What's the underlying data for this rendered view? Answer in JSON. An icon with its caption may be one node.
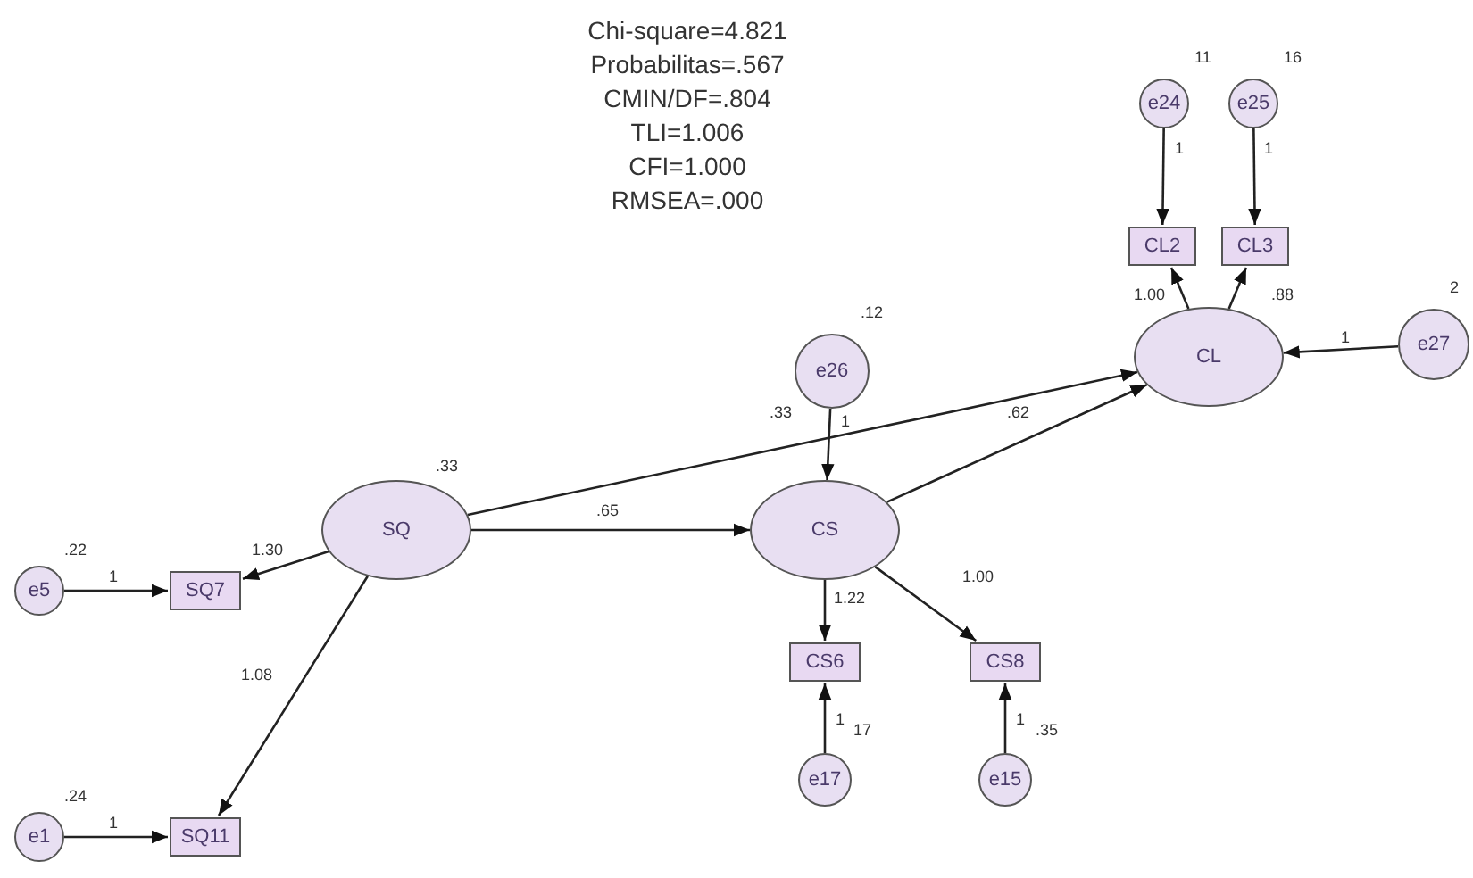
{
  "diagram": {
    "nodes": [
      {
        "text": [
          "e24"
        ],
        "beside": [
          "11"
        ]
      },
      {
        "text": [
          "e25"
        ],
        "beside": [
          "16"
        ]
      },
      {
        "text": [
          "CL2"
        ]
      },
      {
        "text": [
          "CL3"
        ]
      },
      {
        "text": [
          "e26"
        ],
        "beside": [
          ".12"
        ]
      },
      {
        "text": [
          "CL"
        ]
      },
      {
        "text": [
          "e27"
        ],
        "beside": [
          "2"
        ]
      },
      {
        "text": [
          "SQ"
        ],
        "beside": [
          ".33"
        ]
      },
      {
        "text": [
          "CS"
        ]
      },
      {
        "text": [
          "e5"
        ],
        "beside": [
          ".22"
        ]
      },
      {
        "text": [
          "SQ7"
        ]
      },
      {
        "text": [
          "CS6"
        ]
      },
      {
        "text": [
          "CS8"
        ]
      },
      {
        "text": [
          "e17"
        ],
        "beside": [
          "17"
        ]
      },
      {
        "text": [
          "e15"
        ],
        "beside": [
          ".35"
        ]
      },
      {
        "text": [
          "e1"
        ],
        "beside": [
          ".24"
        ]
      },
      {
        "text": [
          "SQ11"
        ]
      }
    ],
    "edges": [
      {
        "from": 0,
        "to": 2,
        "arrow": "to",
        "label": "1"
      },
      {
        "from": 1,
        "to": 3,
        "arrow": "to",
        "label": "1"
      },
      {
        "from": 5,
        "to": 2,
        "arrow": "to",
        "label": "1.00"
      },
      {
        "from": 5,
        "to": 3,
        "arrow": "to",
        "label": ".88"
      },
      {
        "from": 6,
        "to": 5,
        "arrow": "to",
        "label": "1"
      },
      {
        "from": 7,
        "to": 5,
        "arrow": "to",
        "label": ".33"
      },
      {
        "from": 4,
        "to": 8,
        "arrow": "to",
        "label": "1"
      },
      {
        "from": 8,
        "to": 5,
        "arrow": "to",
        "label": ".62"
      },
      {
        "from": 7,
        "to": 8,
        "arrow": "to",
        "label": ".65"
      },
      {
        "from": 7,
        "to": 10,
        "arrow": "to",
        "label": "1.30"
      },
      {
        "from": 7,
        "to": 16,
        "arrow": "to",
        "label": "1.08"
      },
      {
        "from": 9,
        "to": 10,
        "arrow": "to",
        "label": "1"
      },
      {
        "from": 8,
        "to": 11,
        "arrow": "to",
        "label": "1.22"
      },
      {
        "from": 8,
        "to": 12,
        "arrow": "to",
        "label": "1.00"
      },
      {
        "from": 13,
        "to": 11,
        "arrow": "to",
        "label": "1"
      },
      {
        "from": 14,
        "to": 12,
        "arrow": "to",
        "label": "1"
      },
      {
        "from": 15,
        "to": 16,
        "arrow": "to",
        "label": "1"
      }
    ],
    "labels": [
      "Chi-square=4.821",
      "Probabilitas=.567",
      "CMIN/DF=.804",
      "TLI=1.006",
      "CFI=1.000",
      "RMSEA=.000"
    ]
  }
}
